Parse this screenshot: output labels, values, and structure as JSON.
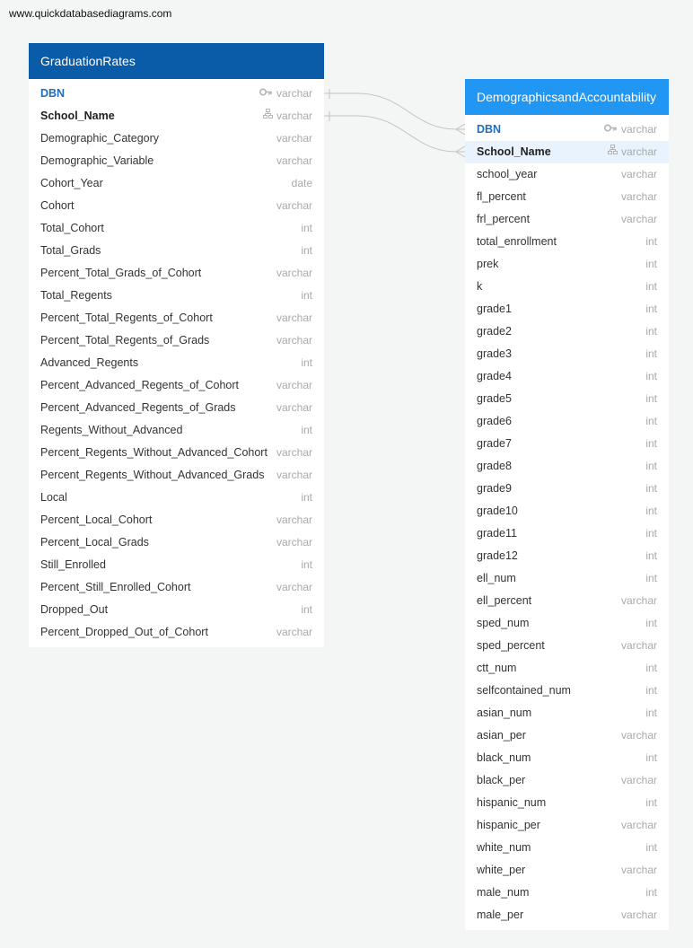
{
  "site": {
    "url": "www.quickdatabasediagrams.com"
  },
  "colors": {
    "background": "#f4f5f5",
    "table1_header": "#0a5ca8",
    "table2_header": "#2196f3",
    "primary_key_text": "#1f6ebc",
    "type_text": "#a9a9a9",
    "highlight_row": "#e8f3fd",
    "connector": "#c4c4c4"
  },
  "tables": [
    {
      "name": "GraduationRates",
      "fields": [
        {
          "name": "DBN",
          "type": "varchar",
          "icon": "key-icon",
          "style": "pk"
        },
        {
          "name": "School_Name",
          "type": "varchar",
          "icon": "index-icon",
          "style": "bold"
        },
        {
          "name": "Demographic_Category",
          "type": "varchar"
        },
        {
          "name": "Demographic_Variable",
          "type": "varchar"
        },
        {
          "name": "Cohort_Year",
          "type": "date"
        },
        {
          "name": "Cohort",
          "type": "varchar"
        },
        {
          "name": "Total_Cohort",
          "type": "int"
        },
        {
          "name": "Total_Grads",
          "type": "int"
        },
        {
          "name": "Percent_Total_Grads_of_Cohort",
          "type": "varchar"
        },
        {
          "name": "Total_Regents",
          "type": "int"
        },
        {
          "name": "Percent_Total_Regents_of_Cohort",
          "type": "varchar"
        },
        {
          "name": "Percent_Total_Regents_of_Grads",
          "type": "varchar"
        },
        {
          "name": "Advanced_Regents",
          "type": "int"
        },
        {
          "name": "Percent_Advanced_Regents_of_Cohort",
          "type": "varchar"
        },
        {
          "name": "Percent_Advanced_Regents_of_Grads",
          "type": "varchar"
        },
        {
          "name": "Regents_Without_Advanced",
          "type": "int"
        },
        {
          "name": "Percent_Regents_Without_Advanced_Cohort",
          "type": "varchar"
        },
        {
          "name": "Percent_Regents_Without_Advanced_Grads",
          "type": "varchar"
        },
        {
          "name": "Local",
          "type": "int"
        },
        {
          "name": "Percent_Local_Cohort",
          "type": "varchar"
        },
        {
          "name": "Percent_Local_Grads",
          "type": "varchar"
        },
        {
          "name": "Still_Enrolled",
          "type": "int"
        },
        {
          "name": "Percent_Still_Enrolled_Cohort",
          "type": "varchar"
        },
        {
          "name": "Dropped_Out",
          "type": "int"
        },
        {
          "name": "Percent_Dropped_Out_of_Cohort",
          "type": "varchar"
        }
      ]
    },
    {
      "name": "DemographicsandAccountability",
      "fields": [
        {
          "name": "DBN",
          "type": "varchar",
          "icon": "key-icon",
          "style": "pk"
        },
        {
          "name": "School_Name",
          "type": "varchar",
          "icon": "index-icon",
          "style": "bold",
          "highlighted": true
        },
        {
          "name": "school_year",
          "type": "varchar"
        },
        {
          "name": "fl_percent",
          "type": "varchar"
        },
        {
          "name": "frl_percent",
          "type": "varchar"
        },
        {
          "name": "total_enrollment",
          "type": "int"
        },
        {
          "name": "prek",
          "type": "int"
        },
        {
          "name": "k",
          "type": "int"
        },
        {
          "name": "grade1",
          "type": "int"
        },
        {
          "name": "grade2",
          "type": "int"
        },
        {
          "name": "grade3",
          "type": "int"
        },
        {
          "name": "grade4",
          "type": "int"
        },
        {
          "name": "grade5",
          "type": "int"
        },
        {
          "name": "grade6",
          "type": "int"
        },
        {
          "name": "grade7",
          "type": "int"
        },
        {
          "name": "grade8",
          "type": "int"
        },
        {
          "name": "grade9",
          "type": "int"
        },
        {
          "name": "grade10",
          "type": "int"
        },
        {
          "name": "grade11",
          "type": "int"
        },
        {
          "name": "grade12",
          "type": "int"
        },
        {
          "name": "ell_num",
          "type": "int"
        },
        {
          "name": "ell_percent",
          "type": "varchar"
        },
        {
          "name": "sped_num",
          "type": "int"
        },
        {
          "name": "sped_percent",
          "type": "varchar"
        },
        {
          "name": "ctt_num",
          "type": "int"
        },
        {
          "name": "selfcontained_num",
          "type": "int"
        },
        {
          "name": "asian_num",
          "type": "int"
        },
        {
          "name": "asian_per",
          "type": "varchar"
        },
        {
          "name": "black_num",
          "type": "int"
        },
        {
          "name": "black_per",
          "type": "varchar"
        },
        {
          "name": "hispanic_num",
          "type": "int"
        },
        {
          "name": "hispanic_per",
          "type": "varchar"
        },
        {
          "name": "white_num",
          "type": "int"
        },
        {
          "name": "white_per",
          "type": "varchar"
        },
        {
          "name": "male_num",
          "type": "int"
        },
        {
          "name": "male_per",
          "type": "varchar"
        }
      ]
    }
  ],
  "relationships": [
    {
      "from_table": "GraduationRates",
      "from_field": "DBN",
      "to_table": "DemographicsandAccountability",
      "to_field": "DBN",
      "from_cardinality": "one",
      "to_cardinality": "many"
    },
    {
      "from_table": "GraduationRates",
      "from_field": "School_Name",
      "to_table": "DemographicsandAccountability",
      "to_field": "School_Name",
      "from_cardinality": "one",
      "to_cardinality": "many"
    }
  ]
}
